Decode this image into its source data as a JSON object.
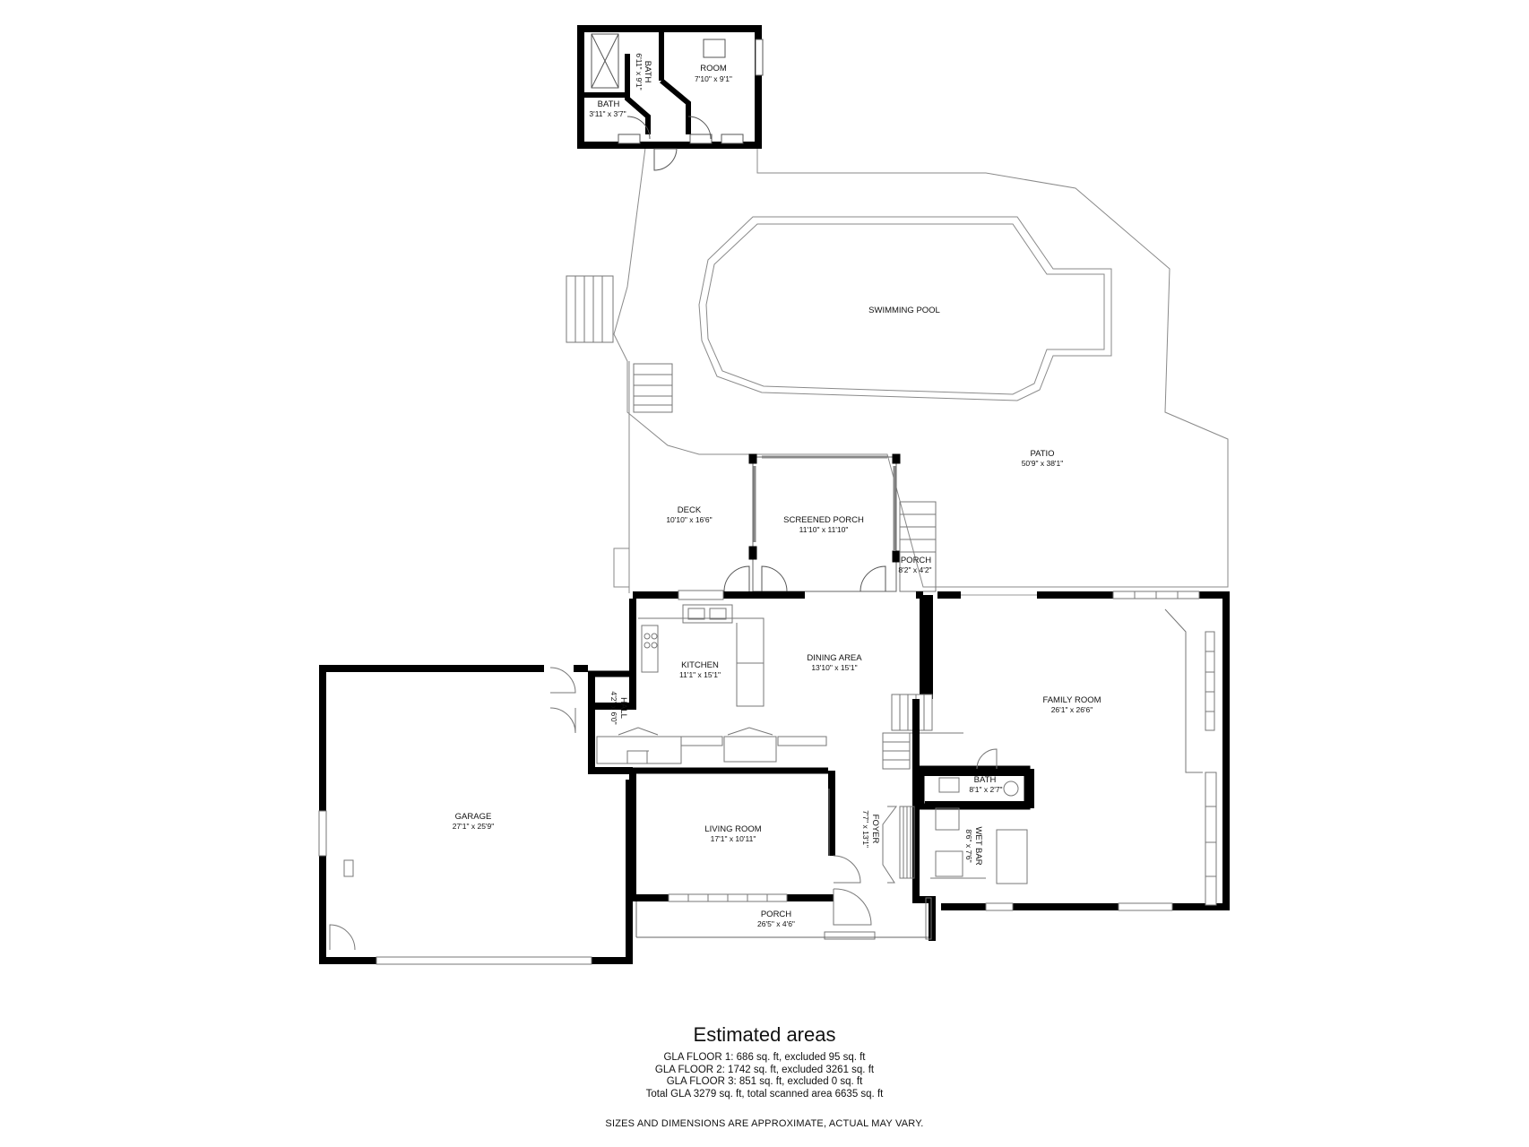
{
  "rooms": [
    {
      "id": "room",
      "name": "ROOM",
      "dims": "7'10\" x 9'1\""
    },
    {
      "id": "bath-pool-a",
      "name": "BATH",
      "dims": "6'11\" x 9'1\""
    },
    {
      "id": "bath-pool-b",
      "name": "BATH",
      "dims": "3'11\" x 3'7\""
    },
    {
      "id": "swimming-pool",
      "name": "SWIMMING POOL",
      "dims": ""
    },
    {
      "id": "patio",
      "name": "PATIO",
      "dims": "50'9\" x 38'1\""
    },
    {
      "id": "deck",
      "name": "DECK",
      "dims": "10'10\" x 16'6\""
    },
    {
      "id": "screened-porch",
      "name": "SCREENED PORCH",
      "dims": "11'10\" x 11'10\""
    },
    {
      "id": "porch-small",
      "name": "PORCH",
      "dims": "8'2\" x 4'2\""
    },
    {
      "id": "kitchen",
      "name": "KITCHEN",
      "dims": "11'1\" x 15'1\""
    },
    {
      "id": "dining-area",
      "name": "DINING AREA",
      "dims": "13'10\" x 15'1\""
    },
    {
      "id": "family-room",
      "name": "FAMILY ROOM",
      "dims": "26'1\" x 26'6\""
    },
    {
      "id": "hall",
      "name": "HALL",
      "dims": "4'2\" x 6'0\""
    },
    {
      "id": "garage",
      "name": "GARAGE",
      "dims": "27'1\" x 25'9\""
    },
    {
      "id": "living-room",
      "name": "LIVING ROOM",
      "dims": "17'1\" x 10'11\""
    },
    {
      "id": "foyer",
      "name": "FOYER",
      "dims": "7'7\" x 13'1\""
    },
    {
      "id": "bath-main",
      "name": "BATH",
      "dims": "8'1\" x 2'7\""
    },
    {
      "id": "wet-bar",
      "name": "WET BAR",
      "dims": "8'6\" x 7'6\""
    },
    {
      "id": "porch-front",
      "name": "PORCH",
      "dims": "26'5\" x 4'6\""
    }
  ],
  "areas": {
    "title": "Estimated areas",
    "lines": [
      "GLA FLOOR 1: 686 sq. ft, excluded 95 sq. ft",
      "GLA FLOOR 2: 1742 sq. ft, excluded 3261 sq. ft",
      "GLA FLOOR 3: 851 sq. ft, excluded 0 sq. ft",
      "Total GLA 3279 sq. ft, total scanned area 6635 sq. ft"
    ]
  },
  "disclaimer": "SIZES AND DIMENSIONS ARE APPROXIMATE, ACTUAL MAY VARY."
}
